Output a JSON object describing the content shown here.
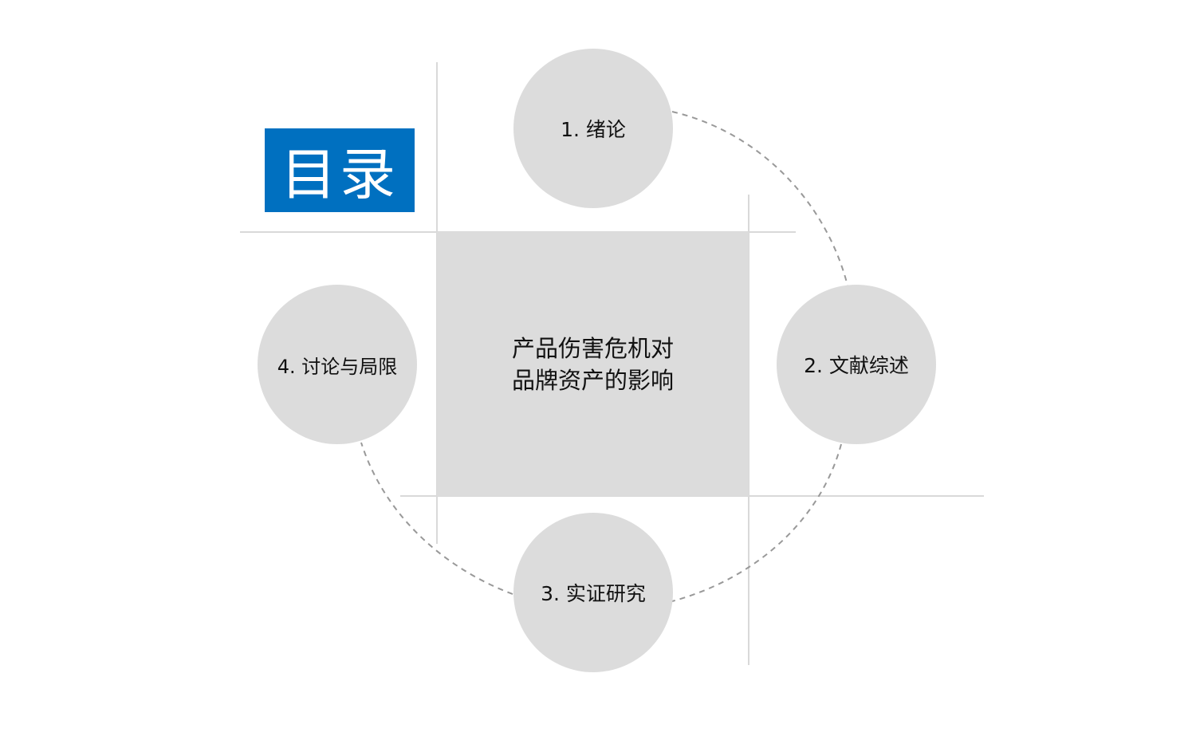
{
  "title": {
    "text": "目录",
    "bg_color": "#0070c0",
    "text_color": "#ffffff"
  },
  "center": {
    "line1": "产品伤害危机对",
    "line2": "品牌资产的影响",
    "bg_color": "#dcdcdc"
  },
  "sections": [
    {
      "label": "1. 绪论"
    },
    {
      "label": "2. 文献综述"
    },
    {
      "label": "3. 实证研究"
    },
    {
      "label": "4. 讨论与局限"
    }
  ],
  "colors": {
    "node_fill": "#dcdcdc",
    "grid_line": "#d9d9d9",
    "dashed_connector": "#999999"
  }
}
